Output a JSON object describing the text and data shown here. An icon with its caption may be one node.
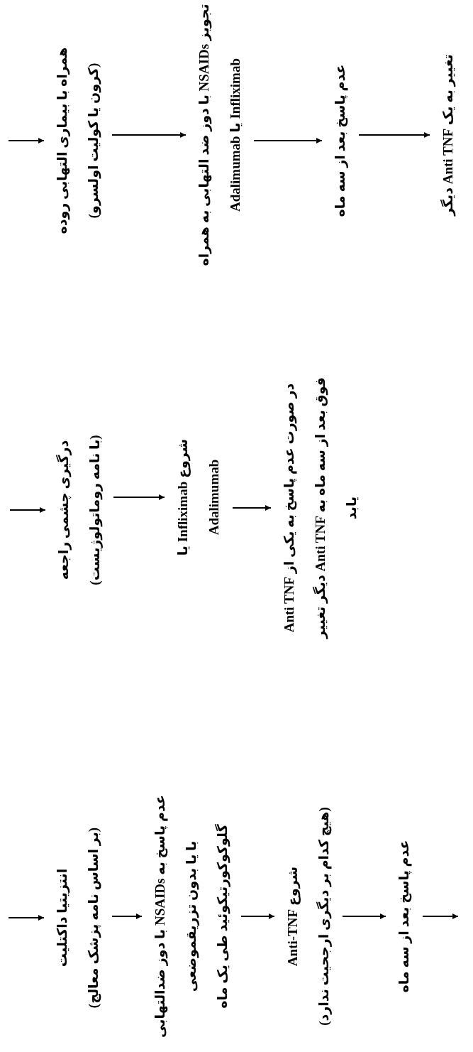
{
  "diagram": {
    "nodes": [
      {
        "text": [
          "همراه با بیماری التهابی روده",
          "(کرون یا کولیت اولسرو)"
        ]
      },
      {
        "text": [
          "تجویز NSAIDs با دوز ضد التهابی به همراه Infliximab یا Adalimumab"
        ]
      },
      {
        "text": [
          "عدم پاسخ بعد از سه ماه"
        ]
      },
      {
        "text": [
          "تغییر به یک Anti TNF دیگر"
        ]
      },
      {
        "text": [
          "درگیری چشمی راجعه",
          "(با نامه روماتولوژیست)"
        ]
      },
      {
        "text": [
          "شروع Infliximab یا Adalimumab"
        ]
      },
      {
        "text": [
          "در صورت عدم پاسخ به یکی از Anti TNF فوق بعد از سه ماه به Anti TNF دیگر تغییر یابد"
        ]
      },
      {
        "text": [
          "انتزیتیا داکتلیت",
          "(بر اساس نامه پزشک معالج)"
        ]
      },
      {
        "text": [
          "عدم پاسخ به NSAIDs با دوز ضدالتهابی با یا بدون تزریقموضعی گلوکوکورتیکوئید طی یک ماه"
        ]
      },
      {
        "text": [
          "شروع Anti-TNF",
          "(هیچ کدام بر دیگری ارجحیت ندارد)"
        ]
      },
      {
        "text": [
          "عدم پاسخ بعد از سه ماه"
        ]
      }
    ],
    "edges": [
      {
        "from": null,
        "to": 0,
        "arrow": "to"
      },
      {
        "from": 0,
        "to": 1,
        "arrow": "to"
      },
      {
        "from": 1,
        "to": 2,
        "arrow": "to"
      },
      {
        "from": 2,
        "to": 3,
        "arrow": "to"
      },
      {
        "from": null,
        "to": 4,
        "arrow": "to"
      },
      {
        "from": 4,
        "to": 5,
        "arrow": "to"
      },
      {
        "from": 5,
        "to": 6,
        "arrow": "to"
      },
      {
        "from": null,
        "to": 7,
        "arrow": "to"
      },
      {
        "from": 7,
        "to": 8,
        "arrow": "to"
      },
      {
        "from": 8,
        "to": 9,
        "arrow": "to"
      },
      {
        "from": 9,
        "to": 10,
        "arrow": "to"
      },
      {
        "from": 10,
        "to": null,
        "arrow": "to"
      }
    ]
  }
}
